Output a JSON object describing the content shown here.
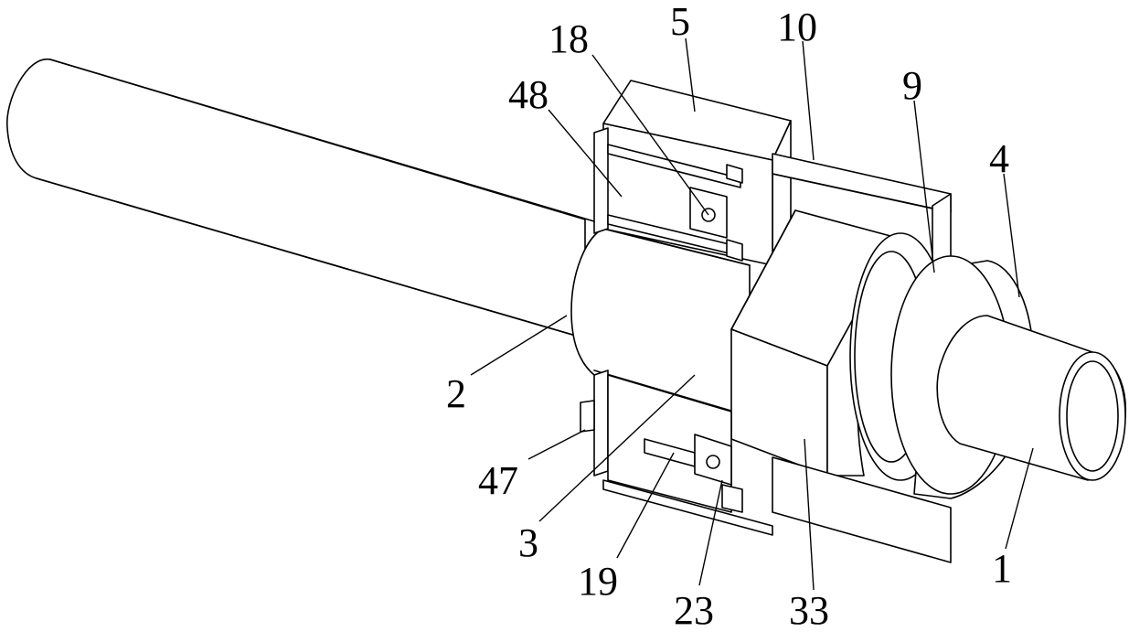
{
  "figure": {
    "labels": [
      {
        "id": "l18",
        "text": "18"
      },
      {
        "id": "l5",
        "text": "5"
      },
      {
        "id": "l10",
        "text": "10"
      },
      {
        "id": "l48",
        "text": "48"
      },
      {
        "id": "l9",
        "text": "9"
      },
      {
        "id": "l4",
        "text": "4"
      },
      {
        "id": "l2",
        "text": "2"
      },
      {
        "id": "l47",
        "text": "47"
      },
      {
        "id": "l3",
        "text": "3"
      },
      {
        "id": "l19",
        "text": "19"
      },
      {
        "id": "l23",
        "text": "23"
      },
      {
        "id": "l33",
        "text": "33"
      },
      {
        "id": "l1",
        "text": "1"
      }
    ]
  }
}
